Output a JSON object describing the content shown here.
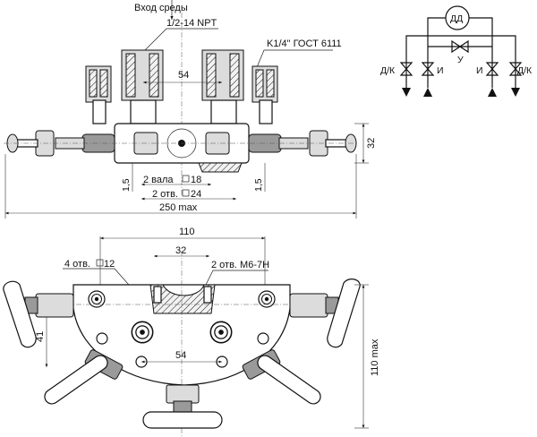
{
  "top_view": {
    "inlet_label": "Вход среды",
    "thread_inlet": "1/2-14 NPT",
    "thread_outlet": "K1/4\" ГОСТ 6111",
    "dim_54": "54",
    "dim_32": "32",
    "dim_1_5_left": "1,5",
    "dim_1_5_right": "1,5",
    "shafts": "2 вала",
    "shafts_size": "18",
    "holes": "2 отв.",
    "holes_size": "24",
    "overall": "250 max"
  },
  "scheme": {
    "gauge": "ДД",
    "valve_u": "У",
    "left_dk": "Д/К",
    "left_i": "И",
    "right_i": "И",
    "right_dk": "Д/К"
  },
  "bottom_view": {
    "dim_110": "110",
    "dim_32": "32",
    "holes_4": "4 отв.",
    "holes_4_size": "12",
    "holes_2": "2 отв. М6-7Н",
    "dim_41": "41",
    "dim_54": "54",
    "height_max": "110 max"
  }
}
